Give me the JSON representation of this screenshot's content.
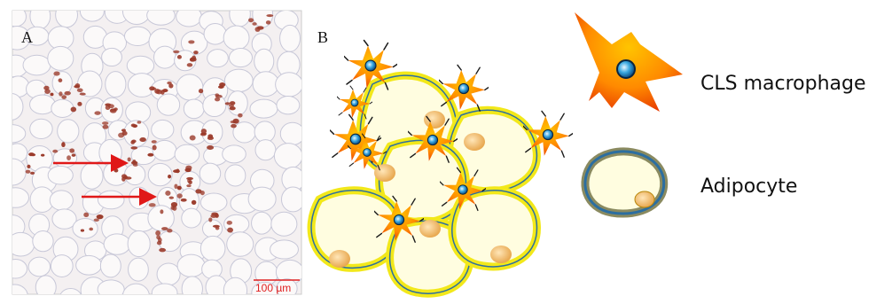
{
  "panel_a": {
    "letter": "A",
    "scale_label": "100 µm"
  },
  "panel_b": {
    "letter": "B"
  },
  "legend": {
    "macrophage_label": "CLS macrophage",
    "adipocyte_label": "Adipocyte"
  },
  "colors": {
    "tissue_background": "#f4f0f1",
    "cell_membrane": "#c8c8d8",
    "stain": "#9b3a2a",
    "arrow": "#e01818",
    "adipocyte_fill": "#fffde0",
    "adipocyte_rim": "#f2e81a",
    "adipocyte_outline": "#2c6ea0",
    "nucleus": "#f2be6e",
    "macrophage_light": "#ffb000",
    "macrophage_dark": "#e22a00",
    "macrophage_nucleus": "#2f9fd8"
  }
}
